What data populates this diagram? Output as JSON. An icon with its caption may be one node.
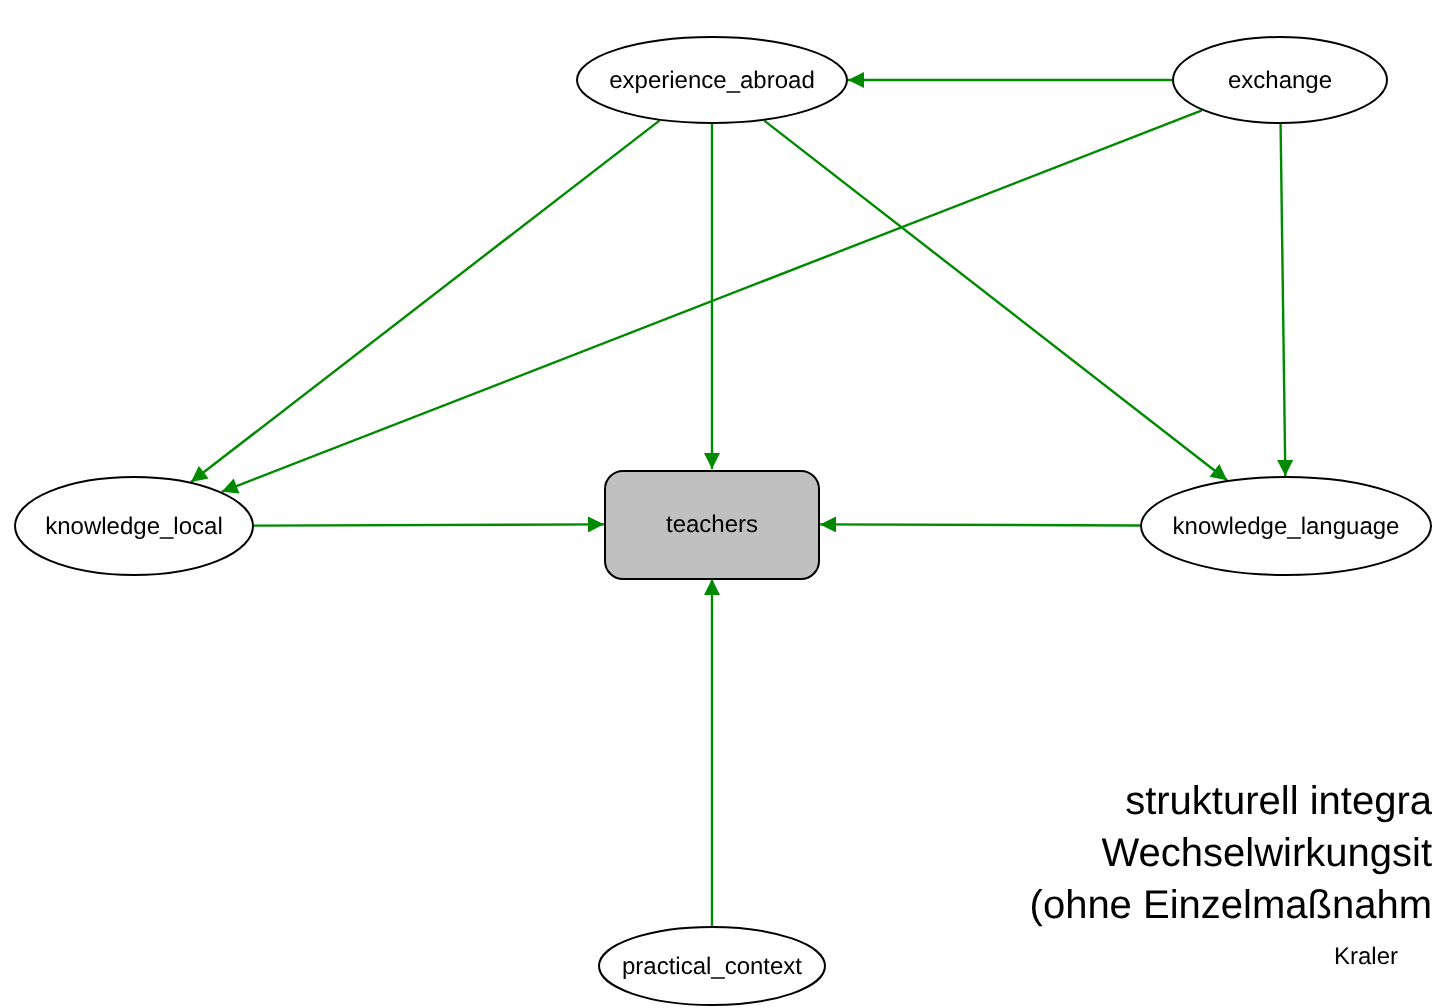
{
  "diagram": {
    "nodes": [
      {
        "text": [
          "experience_abroad"
        ]
      },
      {
        "text": [
          "exchange"
        ]
      },
      {
        "text": [
          "knowledge_local"
        ]
      },
      {
        "text": [
          "teachers"
        ]
      },
      {
        "text": [
          "knowledge_language"
        ]
      },
      {
        "text": [
          "practical_context"
        ]
      }
    ],
    "edges": [
      {
        "from": 1,
        "to": 0,
        "arrow": "to"
      },
      {
        "from": 0,
        "to": 2,
        "arrow": "to"
      },
      {
        "from": 1,
        "to": 2,
        "arrow": "to"
      },
      {
        "from": 0,
        "to": 3,
        "arrow": "to"
      },
      {
        "from": 0,
        "to": 4,
        "arrow": "to"
      },
      {
        "from": 1,
        "to": 4,
        "arrow": "to"
      },
      {
        "from": 2,
        "to": 3,
        "arrow": "to"
      },
      {
        "from": 4,
        "to": 3,
        "arrow": "to"
      },
      {
        "from": 5,
        "to": 3,
        "arrow": "to"
      }
    ],
    "labels": [
      "strukturell integra",
      "Wechselwirkungsit",
      "(ohne Einzelmaßnahm",
      "Kraler"
    ]
  }
}
